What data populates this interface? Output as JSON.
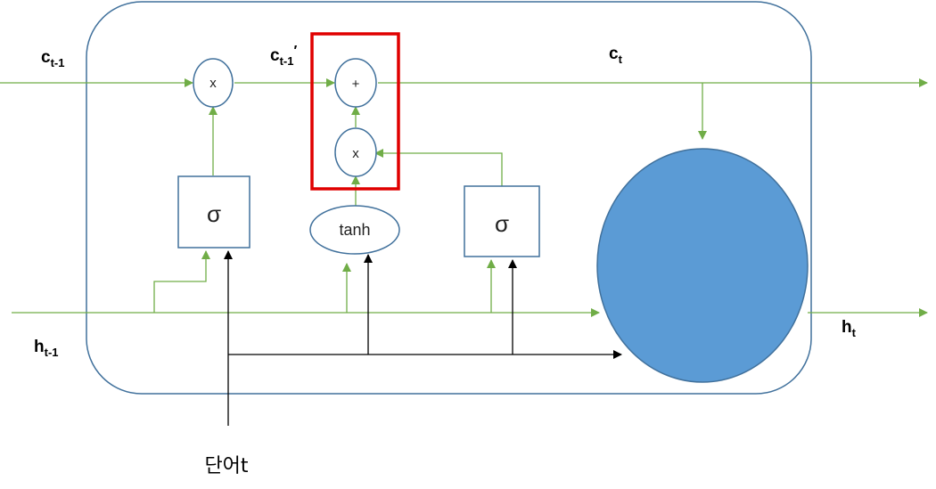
{
  "labels": {
    "c_prev": {
      "main": "c",
      "sub": "t-1"
    },
    "c_prime": {
      "main": "c",
      "sub": "t-1",
      "prime": "′"
    },
    "c_t": {
      "main": "c",
      "sub": "t"
    },
    "h_prev": {
      "main": "h",
      "sub": "t-1"
    },
    "h_t": {
      "main": "h",
      "sub": "t"
    },
    "input_word": "단어t"
  },
  "nodes": {
    "forget_mult": "x",
    "add": "+",
    "input_mult": "x",
    "sigma_forget": "σ",
    "tanh": "tanh",
    "sigma_input": "σ"
  },
  "colors": {
    "cell_border": "#41719c",
    "flow_green": "#70ad47",
    "flow_black": "#000000",
    "highlight_box": "#e00000",
    "output_circle": "#5b9bd5"
  }
}
